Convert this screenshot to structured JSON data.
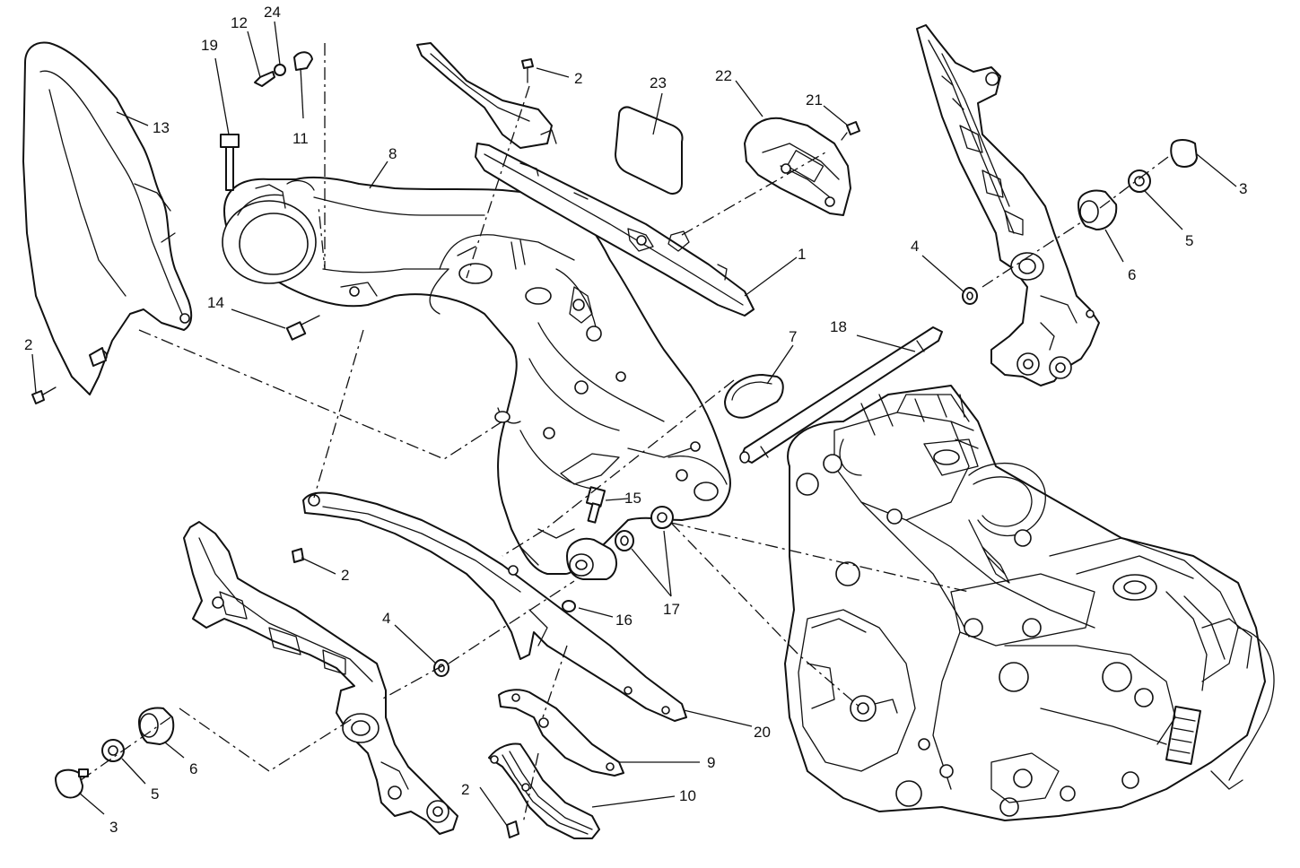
{
  "diagram": {
    "callouts": [
      {
        "id": "c1",
        "label": "1"
      },
      {
        "id": "c2a",
        "label": "2"
      },
      {
        "id": "c2b",
        "label": "2"
      },
      {
        "id": "c2c",
        "label": "2"
      },
      {
        "id": "c2d",
        "label": "2"
      },
      {
        "id": "c3a",
        "label": "3"
      },
      {
        "id": "c3b",
        "label": "3"
      },
      {
        "id": "c4a",
        "label": "4"
      },
      {
        "id": "c4b",
        "label": "4"
      },
      {
        "id": "c5a",
        "label": "5"
      },
      {
        "id": "c5b",
        "label": "5"
      },
      {
        "id": "c6a",
        "label": "6"
      },
      {
        "id": "c6b",
        "label": "6"
      },
      {
        "id": "c7",
        "label": "7"
      },
      {
        "id": "c8",
        "label": "8"
      },
      {
        "id": "c9",
        "label": "9"
      },
      {
        "id": "c10",
        "label": "10"
      },
      {
        "id": "c11",
        "label": "11"
      },
      {
        "id": "c12",
        "label": "12"
      },
      {
        "id": "c13",
        "label": "13"
      },
      {
        "id": "c14",
        "label": "14"
      },
      {
        "id": "c15",
        "label": "15"
      },
      {
        "id": "c16",
        "label": "16"
      },
      {
        "id": "c17",
        "label": "17"
      },
      {
        "id": "c18",
        "label": "18"
      },
      {
        "id": "c19",
        "label": "19"
      },
      {
        "id": "c20",
        "label": "20"
      },
      {
        "id": "c21",
        "label": "21"
      },
      {
        "id": "c22",
        "label": "22"
      },
      {
        "id": "c23",
        "label": "23"
      },
      {
        "id": "c24",
        "label": "24"
      }
    ]
  }
}
